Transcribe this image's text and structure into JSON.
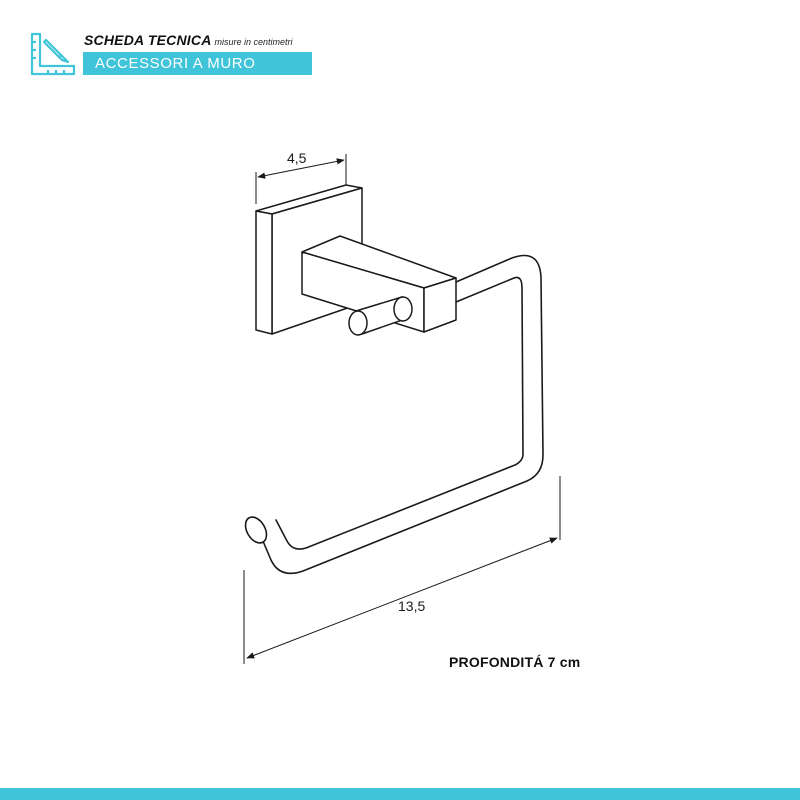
{
  "header": {
    "title": "SCHEDA TECNICA",
    "subtitle": "misure in centimetri",
    "badge": "ACCESSORI A MURO",
    "icon": "ruler-pencil-icon"
  },
  "dimensions": {
    "width_top": "4,5",
    "width_bottom": "13,5"
  },
  "depth_note": "PROFONDITÁ 7 cm",
  "colors": {
    "accent": "#3fc4d9",
    "line": "#1a1a1a"
  }
}
